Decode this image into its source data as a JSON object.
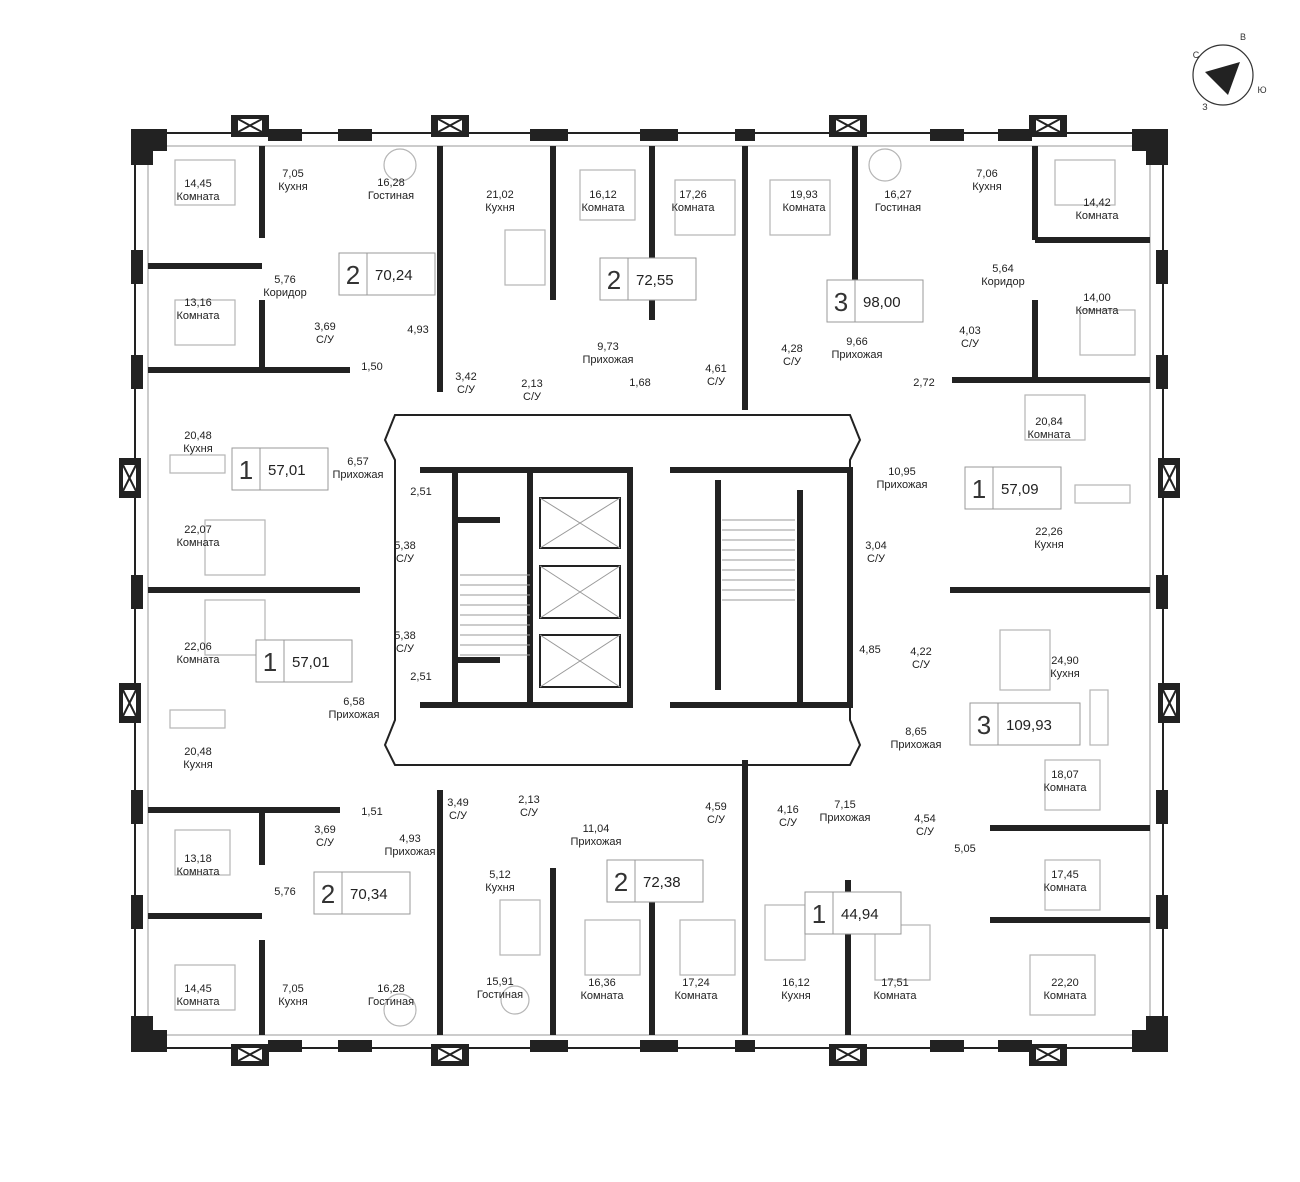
{
  "compass": {
    "north": "С",
    "east": "В",
    "south": "Ю",
    "west": "З"
  },
  "rooms": [
    {
      "area": "14,45",
      "name": "Комната"
    },
    {
      "area": "7,05",
      "name": "Кухня"
    },
    {
      "area": "16,28",
      "name": "Гостиная"
    },
    {
      "area": "5,76",
      "name": "Коридор"
    },
    {
      "area": "13,16",
      "name": "Комната"
    },
    {
      "area": "3,69",
      "name": "С/У"
    },
    {
      "area": "4,93",
      "name": ""
    },
    {
      "area": "1,50",
      "name": ""
    },
    {
      "area": "20,48",
      "name": "Кухня"
    },
    {
      "area": "6,57",
      "name": "Прихожая"
    },
    {
      "area": "2,51",
      "name": ""
    },
    {
      "area": "22,07",
      "name": "Комната"
    },
    {
      "area": "5,38",
      "name": "С/У"
    },
    {
      "area": "5,38",
      "name": "С/У"
    },
    {
      "area": "22,06",
      "name": "Комната"
    },
    {
      "area": "2,51",
      "name": ""
    },
    {
      "area": "6,58",
      "name": "Прихожая"
    },
    {
      "area": "20,48",
      "name": "Кухня"
    },
    {
      "area": "13,18",
      "name": "Комната"
    },
    {
      "area": "1,51",
      "name": ""
    },
    {
      "area": "3,69",
      "name": "С/У"
    },
    {
      "area": "4,93",
      "name": "Прихожая"
    },
    {
      "area": "5,76",
      "name": ""
    },
    {
      "area": "14,45",
      "name": "Комната"
    },
    {
      "area": "7,05",
      "name": "Кухня"
    },
    {
      "area": "16,28",
      "name": "Гостиная"
    },
    {
      "area": "21,02",
      "name": "Кухня"
    },
    {
      "area": "3,42",
      "name": "С/У"
    },
    {
      "area": "2,13",
      "name": "С/У"
    },
    {
      "area": "16,12",
      "name": "Комната"
    },
    {
      "area": "17,26",
      "name": "Комната"
    },
    {
      "area": "9,73",
      "name": "Прихожая"
    },
    {
      "area": "1,68",
      "name": ""
    },
    {
      "area": "4,61",
      "name": "С/У"
    },
    {
      "area": "19,93",
      "name": "Комната"
    },
    {
      "area": "4,28",
      "name": "С/У"
    },
    {
      "area": "16,27",
      "name": "Гостиная"
    },
    {
      "area": "7,06",
      "name": "Кухня"
    },
    {
      "area": "14,42",
      "name": "Комната"
    },
    {
      "area": "5,64",
      "name": "Коридор"
    },
    {
      "area": "14,00",
      "name": "Комната"
    },
    {
      "area": "4,03",
      "name": "С/У"
    },
    {
      "area": "9,66",
      "name": "Прихожая"
    },
    {
      "area": "2,72",
      "name": ""
    },
    {
      "area": "20,84",
      "name": "Комната"
    },
    {
      "area": "10,95",
      "name": "Прихожая"
    },
    {
      "area": "3,04",
      "name": "С/У"
    },
    {
      "area": "22,26",
      "name": "Кухня"
    },
    {
      "area": "4,85",
      "name": ""
    },
    {
      "area": "4,22",
      "name": "С/У"
    },
    {
      "area": "24,90",
      "name": "Кухня"
    },
    {
      "area": "8,65",
      "name": "Прихожая"
    },
    {
      "area": "18,07",
      "name": "Комната"
    },
    {
      "area": "7,15",
      "name": "Прихожая"
    },
    {
      "area": "4,54",
      "name": "С/У"
    },
    {
      "area": "5,05",
      "name": ""
    },
    {
      "area": "17,45",
      "name": "Комната"
    },
    {
      "area": "22,20",
      "name": "Комната"
    },
    {
      "area": "3,49",
      "name": "С/У"
    },
    {
      "area": "2,13",
      "name": "С/У"
    },
    {
      "area": "11,04",
      "name": "Прихожая"
    },
    {
      "area": "4,59",
      "name": "С/У"
    },
    {
      "area": "4,16",
      "name": "С/У"
    },
    {
      "area": "5,12",
      "name": "Кухня"
    },
    {
      "area": "15,91",
      "name": "Гостиная"
    },
    {
      "area": "16,36",
      "name": "Комната"
    },
    {
      "area": "17,24",
      "name": "Комната"
    },
    {
      "area": "16,12",
      "name": "Кухня"
    },
    {
      "area": "17,51",
      "name": "Комната"
    }
  ],
  "units": [
    {
      "rooms": "2",
      "area": "70,24"
    },
    {
      "rooms": "2",
      "area": "72,55"
    },
    {
      "rooms": "3",
      "area": "98,00"
    },
    {
      "rooms": "1",
      "area": "57,01"
    },
    {
      "rooms": "1",
      "area": "57,09"
    },
    {
      "rooms": "1",
      "area": "57,01"
    },
    {
      "rooms": "3",
      "area": "109,93"
    },
    {
      "rooms": "2",
      "area": "70,34"
    },
    {
      "rooms": "2",
      "area": "72,38"
    },
    {
      "rooms": "1",
      "area": "44,94"
    }
  ]
}
